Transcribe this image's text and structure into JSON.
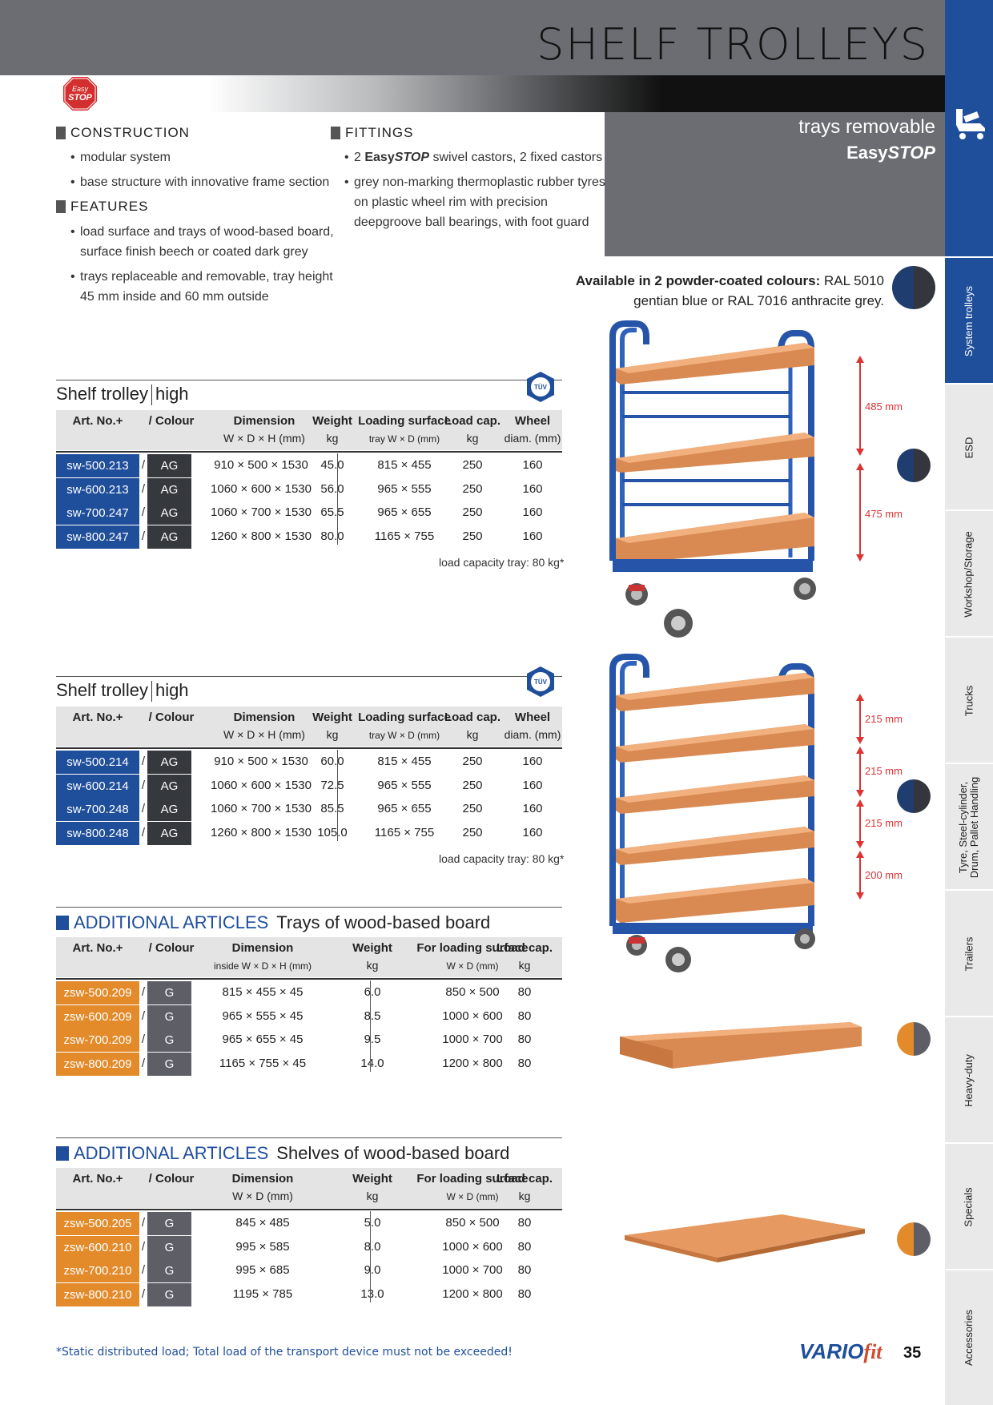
{
  "header": {
    "title": "SHELF TROLLEYS",
    "tag_line1": "trays removable",
    "tag_line2_a": "Easy",
    "tag_line2_b": "STOP"
  },
  "construction": {
    "heading": "CONSTRUCTION",
    "items": [
      "modular system",
      "base structure with innovative frame section"
    ]
  },
  "features": {
    "heading": "FEATURES",
    "items": [
      "load surface and trays of wood-based board,",
      "surface finish beech or coated dark grey",
      "trays replaceable and removable, tray height",
      "45 mm inside and 60 mm outside"
    ]
  },
  "fittings": {
    "heading": "FITTINGS",
    "item1_a": "2 ",
    "item1_b": "Easy",
    "item1_c": "STOP",
    "item1_d": " swivel castors, 2 fixed castors",
    "item2": [
      "grey non-marking thermoplastic rubber tyres",
      "on plastic wheel rim with precision",
      "deepgroove ball bearings, with foot guard"
    ]
  },
  "colours": {
    "bold": "Available in 2 powder-coated colours:",
    "line1": " RAL 5010",
    "line2": "gentian blue or RAL 7016 anthracite grey.",
    "blue": "#1f3d6e",
    "grey": "#33373d",
    "orange": "#e38b2b"
  },
  "table_headers": {
    "art": "Art. No.+",
    "colour": "/  Colour",
    "dimension": "Dimension",
    "dimension_sub": "W × D × H (mm)",
    "weight": "Weight",
    "weight_sub": "kg",
    "loading": "Loading surface",
    "loading_sub": "tray W × D (mm)",
    "loadcap": "Load cap.",
    "loadcap_sub": "kg",
    "wheel": "Wheel",
    "wheel_sub": "diam. (mm)"
  },
  "table1": {
    "title_a": "Shelf trolley",
    "title_b": "high",
    "rows": [
      {
        "art": "sw-500.213",
        "colour": "AG",
        "dim": "910 × 500 × 1530",
        "weight": "45.0",
        "surface": "815 × 455",
        "load": "250",
        "wheel": "160"
      },
      {
        "art": "sw-600.213",
        "colour": "AG",
        "dim": "1060 × 600 × 1530",
        "weight": "56.0",
        "surface": "965 × 555",
        "load": "250",
        "wheel": "160"
      },
      {
        "art": "sw-700.247",
        "colour": "AG",
        "dim": "1060 × 700 × 1530",
        "weight": "65.5",
        "surface": "965 × 655",
        "load": "250",
        "wheel": "160"
      },
      {
        "art": "sw-800.247",
        "colour": "AG",
        "dim": "1260 × 800 × 1530",
        "weight": "80.0",
        "surface": "1165 × 755",
        "load": "250",
        "wheel": "160"
      }
    ],
    "note": "load capacity tray: 80 kg*"
  },
  "table2": {
    "title_a": "Shelf trolley",
    "title_b": "high",
    "rows": [
      {
        "art": "sw-500.214",
        "colour": "AG",
        "dim": "910 × 500 × 1530",
        "weight": "60.0",
        "surface": "815 × 455",
        "load": "250",
        "wheel": "160"
      },
      {
        "art": "sw-600.214",
        "colour": "AG",
        "dim": "1060 × 600 × 1530",
        "weight": "72.5",
        "surface": "965 × 555",
        "load": "250",
        "wheel": "160"
      },
      {
        "art": "sw-700.248",
        "colour": "AG",
        "dim": "1060 × 700 × 1530",
        "weight": "85.5",
        "surface": "965 × 655",
        "load": "250",
        "wheel": "160"
      },
      {
        "art": "sw-800.248",
        "colour": "AG",
        "dim": "1260 × 800 × 1530",
        "weight": "105.0",
        "surface": "1165 × 755",
        "load": "250",
        "wheel": "160"
      }
    ],
    "note": "load capacity tray: 80 kg*"
  },
  "add_headers": {
    "art": "Art. No.+",
    "colour": "/  Colour",
    "dimension": "Dimension",
    "dimension_sub_tray": "inside W × D × H (mm)",
    "dimension_sub_shelf": "W × D (mm)",
    "weight": "Weight",
    "weight_sub": "kg",
    "for_surface": "For loading surface",
    "for_surface_sub": "W × D (mm)",
    "loadcap": "Load cap.",
    "loadcap_sub": "kg"
  },
  "table3": {
    "title_a": "ADDITIONAL ARTICLES",
    "title_b": "Trays of wood-based board",
    "rows": [
      {
        "art": "zsw-500.209",
        "colour": "G",
        "dim": "815 × 455 × 45",
        "weight": "6.0",
        "surface": "850 × 500",
        "load": "80"
      },
      {
        "art": "zsw-600.209",
        "colour": "G",
        "dim": "965 × 555 × 45",
        "weight": "8.5",
        "surface": "1000 × 600",
        "load": "80"
      },
      {
        "art": "zsw-700.209",
        "colour": "G",
        "dim": "965 × 655 × 45",
        "weight": "9.5",
        "surface": "1000 × 700",
        "load": "80"
      },
      {
        "art": "zsw-800.209",
        "colour": "G",
        "dim": "1165 × 755 × 45",
        "weight": "14.0",
        "surface": "1200 × 800",
        "load": "80"
      }
    ]
  },
  "table4": {
    "title_a": "ADDITIONAL ARTICLES",
    "title_b": "Shelves of wood-based board",
    "rows": [
      {
        "art": "zsw-500.205",
        "colour": "G",
        "dim": "845 × 485",
        "weight": "5.0",
        "surface": "850 × 500",
        "load": "80"
      },
      {
        "art": "zsw-600.210",
        "colour": "G",
        "dim": "995 × 585",
        "weight": "8.0",
        "surface": "1000 × 600",
        "load": "80"
      },
      {
        "art": "zsw-700.210",
        "colour": "G",
        "dim": "995 × 685",
        "weight": "9.0",
        "surface": "1000 × 700",
        "load": "80"
      },
      {
        "art": "zsw-800.210",
        "colour": "G",
        "dim": "1195 × 785",
        "weight": "13.0",
        "surface": "1200 × 800",
        "load": "80"
      }
    ]
  },
  "dimensions1": [
    "485 mm",
    "475 mm"
  ],
  "dimensions2": [
    "215 mm",
    "215 mm",
    "215 mm",
    "200 mm"
  ],
  "sidebar": [
    "System trolleys",
    "ESD",
    "Workshop/Storage",
    "Trucks",
    "Tyre, Steel-cylinder,",
    "Drum, Pallet Handling",
    "Trailers",
    "Heavy-duty",
    "Specials",
    "Accessories"
  ],
  "footnote": "*Static distributed load; Total load of the transport device must not be exceeded!",
  "brand_a": "VARIO",
  "brand_b": "fit",
  "page_number": "35",
  "badge_text": "TÜV",
  "stop_text": "STOP",
  "easy_text": "Easy"
}
